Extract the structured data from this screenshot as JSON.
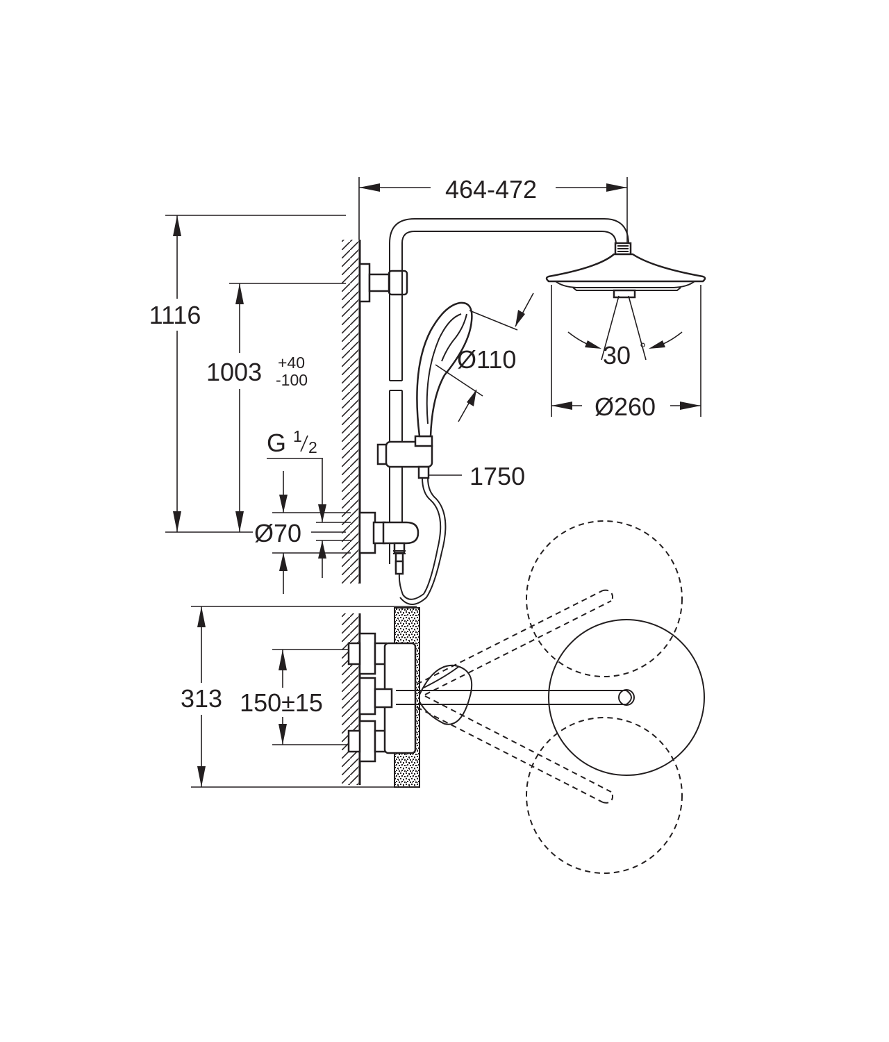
{
  "dimensions": {
    "bar_width": "464-472",
    "total_height": "1116",
    "outlet_height": "1003",
    "outlet_tol_plus": "+40",
    "outlet_tol_minus": "-100",
    "hand_shower_diameter": "Ø110",
    "head_shower_diameter": "Ø260",
    "tilt_angle": "30",
    "tilt_unit": "°",
    "hose_length": "1750",
    "thread_letter": "G",
    "thread_num": "1",
    "thread_den": "2",
    "flange_diameter": "Ø70",
    "depth": "313",
    "inlet_spacing": "150±15"
  }
}
